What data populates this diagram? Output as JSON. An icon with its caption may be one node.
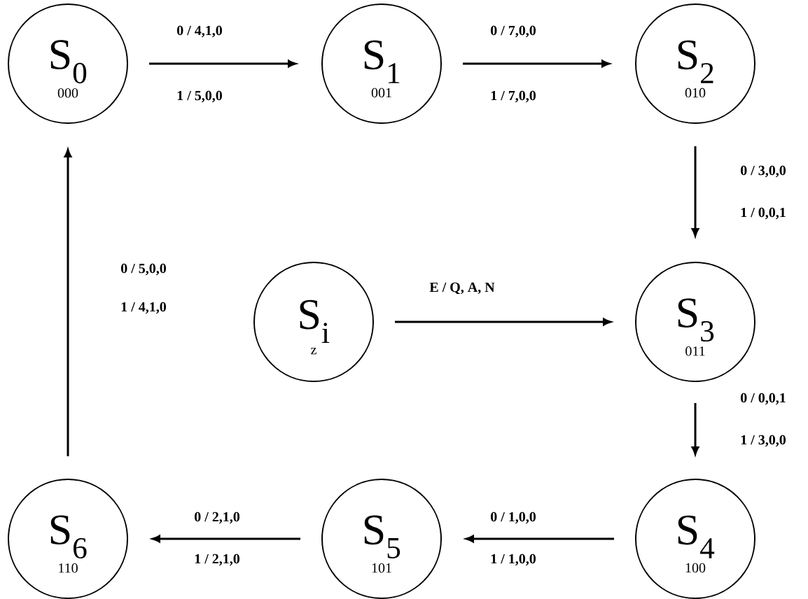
{
  "diagram": {
    "nodes": [
      {
        "text": [
          "S$_{0}$",
          "000"
        ]
      },
      {
        "text": [
          "S$_{1}$",
          "001"
        ]
      },
      {
        "text": [
          "S$_{2}$",
          "010"
        ]
      },
      {
        "text": [
          "S$_{i}$",
          "z"
        ]
      },
      {
        "text": [
          "S$_{3}$",
          "011"
        ]
      },
      {
        "text": [
          "S$_{6}$",
          "110"
        ]
      },
      {
        "text": [
          "S$_{5}$",
          "101"
        ]
      },
      {
        "text": [
          "S$_{4}$",
          "100"
        ]
      }
    ],
    "edges": [
      {
        "from": 0,
        "to": 1,
        "arrow": "to",
        "label": "0 / 4,1,0"
      },
      {
        "from": 1,
        "to": 2,
        "arrow": "to",
        "label": "0 / 7,0,0"
      },
      {
        "from": 2,
        "to": 4,
        "arrow": "to",
        "label": "0 / 3,0,0"
      },
      {
        "from": 5,
        "to": 0,
        "arrow": "to",
        "label": "0 / 5,0,0"
      },
      {
        "from": 3,
        "to": 4,
        "arrow": "to",
        "label": "E / Q, A, N"
      },
      {
        "from": 4,
        "to": 7,
        "arrow": "to",
        "label": "0 / 0,0,1"
      },
      {
        "from": 6,
        "to": 5,
        "arrow": "to",
        "label": "0 / 2,1,0"
      },
      {
        "from": 7,
        "to": 6,
        "arrow": "to",
        "label": "0 / 1,0,0"
      }
    ],
    "labels": [
      "1 / 5,0,0",
      "1 / 7,0,0",
      "1 / 0,0,1",
      "1 / 4,1,0",
      "1 / 3,0,0",
      "1 / 2,1,0",
      "1 / 1,0,0"
    ]
  }
}
